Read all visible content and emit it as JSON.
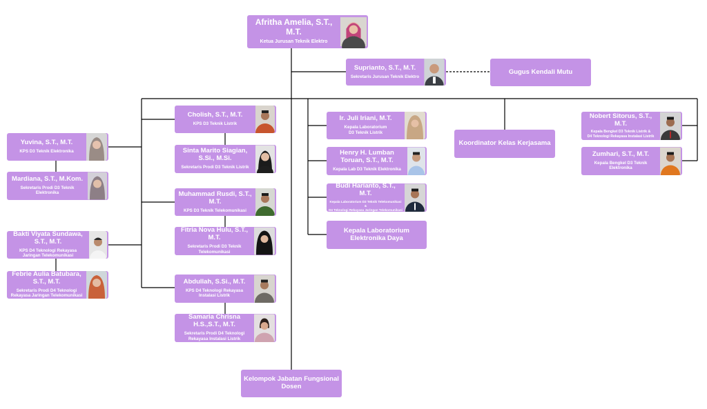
{
  "colors": {
    "box": "#c493e6",
    "line": "#000000",
    "text": "#ffffff"
  },
  "top": {
    "name": "Afritha Amelia, S.T., M.T.",
    "role": "Ketua Jurusan Teknik Elektro"
  },
  "secretary": {
    "name": "Suprianto, S.T., M.T.",
    "role": "Sekretaris Jurusan Teknik Elektro"
  },
  "gugus": {
    "name": "Gugus Kendali Mutu"
  },
  "left": {
    "yuvina": {
      "name": "Yuvina, S.T., M.T.",
      "role": "KPS D3 Teknik Elektronika"
    },
    "mardiana": {
      "name": "Mardiana, S.T., M.Kom.",
      "role": "Sekretaris Prodi D3 Teknik Elektronika"
    },
    "bakti": {
      "name": "Bakti Viyata Sundawa, S.T., M.T.",
      "role_1": "KPS D4 Teknologi Rekayasa",
      "role_2": "Jaringan Telekomunikasi"
    },
    "febrie": {
      "name": "Febrie Aulia Batubara, S.T., M.T.",
      "role_1": "Sekretaris Prodi D4 Teknologi",
      "role_2": "Rekayasa Jaringan Telekomunikasi"
    }
  },
  "center": {
    "cholish": {
      "name": "Cholish, S.T., M.T.",
      "role": "KPS D3 Teknik Listrik"
    },
    "sinta": {
      "name": "Sinta Marito Siagian, S.Si., M.Si.",
      "role": "Sekretaris Prodi D3 Teknik Listrik"
    },
    "rusdi": {
      "name": "Muhammad Rusdi, S.T., M.T.",
      "role": "KPS D3 Teknik Telekomunikasi"
    },
    "fitria": {
      "name": "Fitria Nova Hulu, S.T., M.T.",
      "role": "Sekretaris Prodi D3 Teknik Telekomunikasi"
    },
    "abdullah": {
      "name": "Abdullah, S.Si., M.T.",
      "role_1": "KPS D4 Teknologi Rekayasa",
      "role_2": "Instalasi Listrik"
    },
    "samaria": {
      "name": "Samaria Chrisna H.S.,S.T., M.T.",
      "role_1": "Sekretaris Prodi D4 Teknologi",
      "role_2": "Rekayasa Instalasi Listrik"
    }
  },
  "lab": {
    "juli": {
      "name": "Ir. Juli Iriani, M.T.",
      "role_1": "Kepala Laboratorium",
      "role_2": "D3 Teknik Listrik"
    },
    "henry": {
      "name": "Henry H. Lumban Toruan, S.T., M.T.",
      "role": "Kepala Lab D3 Teknik Elektronika"
    },
    "budi": {
      "name": "Budi Harianto, S.T., M.T.",
      "role_1": "Kepala Laboratorium D3 Teknik Telekomunikasi &",
      "role_2": "D4 Teknologi Rekayasa Jaringan Telekomunikasi"
    },
    "elektronika_daya": {
      "name_1": "Kepala Laboratorium",
      "name_2": "Elektronika Daya"
    }
  },
  "koordinator": {
    "name": "Koordinator Kelas Kerjasama"
  },
  "workshop": {
    "nobert": {
      "name": "Nobert Sitorus, S.T., M.T.",
      "role_1": "Kepala Bengkel D3 Teknik Listrik &",
      "role_2": "D4 Teknologi Rekayasa Instalasi Listrik"
    },
    "zumhari": {
      "name": "Zumhari, S.T., M.T.",
      "role": "Kepala Bengkel D3 Teknik Elektronika"
    }
  },
  "fungsional": {
    "name_1": "Kelompok Jabatan Fungsional",
    "name_2": "Dosen"
  }
}
